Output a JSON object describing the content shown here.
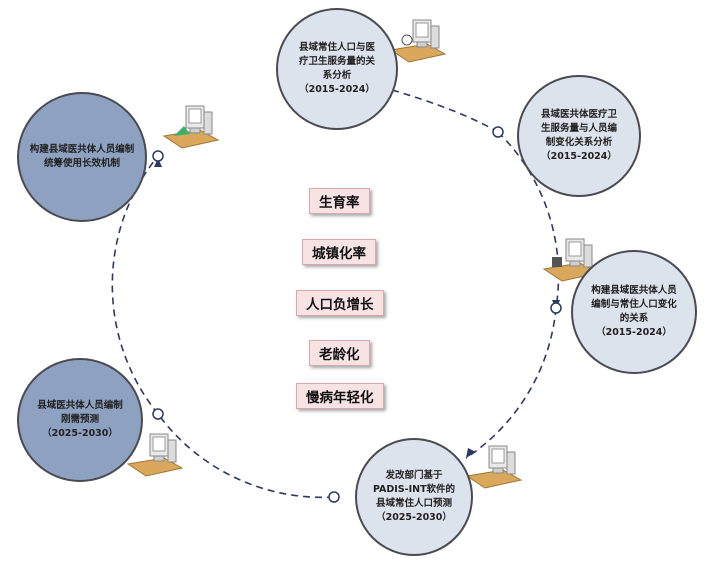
{
  "factors": [
    "生育率",
    "城镇化率",
    "人口负增长",
    "老龄化",
    "慢病年轻化"
  ],
  "nodes": [
    {
      "text": "县域常住人口与医\n疗卫生服务量的关\n系分析\n（2015-2024）"
    },
    {
      "text": "县域医共体医疗卫\n生服务量与人员编\n制变化关系分析\n（2015-2024）"
    },
    {
      "text": "构建县域医共体人员\n编制与常住人口变化\n的关系\n（2015-2024）"
    },
    {
      "text": "发改部门基于\nPADIS-INT软件的\n县域常住人口预测\n（2025-2030）"
    },
    {
      "text": "县域医共体人员编制\n刚需预测\n（2025-2030）"
    },
    {
      "text": "构建县域医共体人员编制\n统筹使用长效机制"
    }
  ],
  "icons": [
    "computer-desk-icon"
  ]
}
